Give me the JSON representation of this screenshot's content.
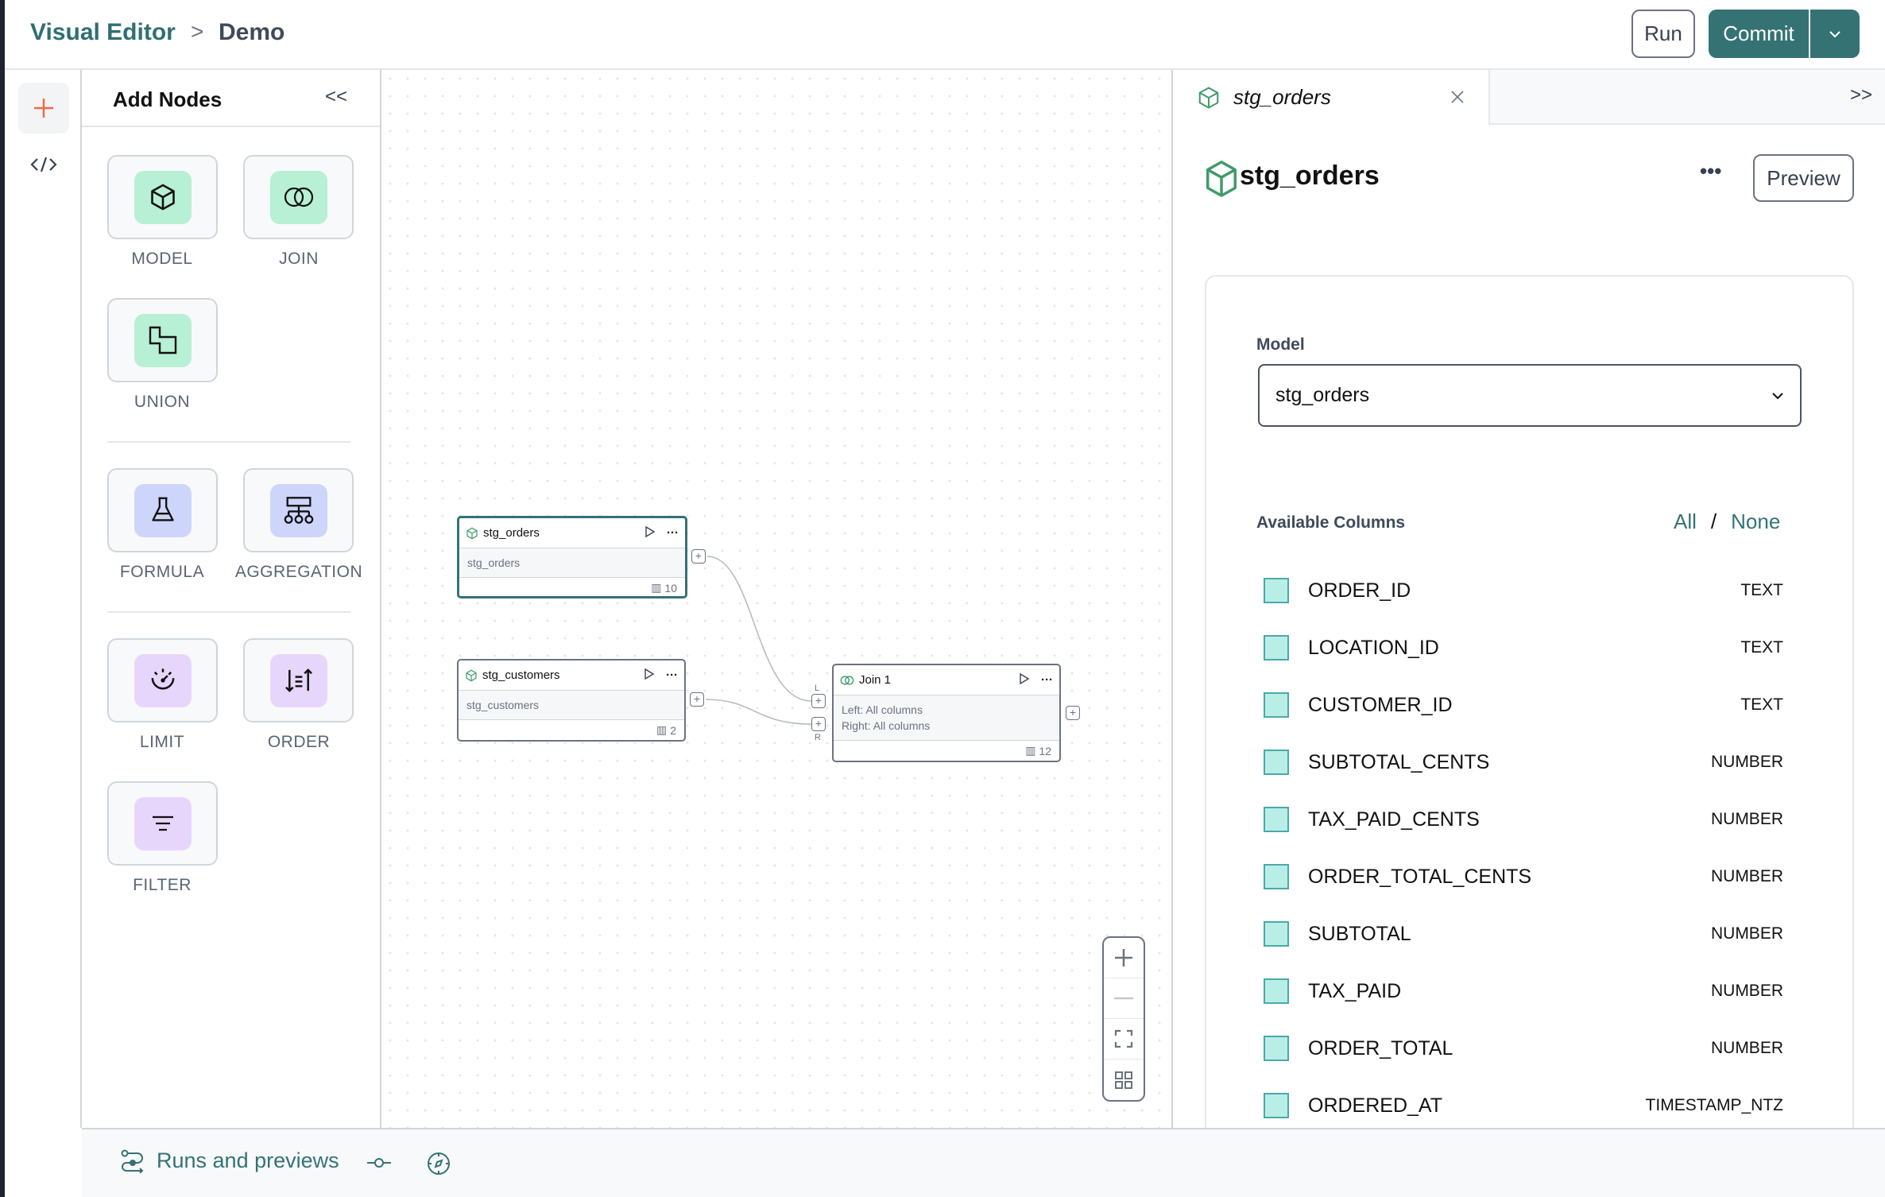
{
  "header": {
    "breadcrumb": [
      "Visual Editor",
      "Demo"
    ],
    "breadcrumb_separator": ">",
    "run_label": "Run",
    "commit_label": "Commit"
  },
  "rail": {
    "items": [
      {
        "icon": "plus-icon",
        "active": true
      },
      {
        "icon": "code-icon"
      }
    ]
  },
  "add_nodes": {
    "title": "Add Nodes",
    "collapse_label": "<<",
    "groups": [
      [
        {
          "label": "MODEL",
          "icon": "cube-icon",
          "color": "#b7f0d4"
        },
        {
          "label": "JOIN",
          "icon": "join-icon",
          "color": "#b7f0d4"
        },
        {
          "label": "UNION",
          "icon": "union-icon",
          "color": "#b7f0d4"
        }
      ],
      [
        {
          "label": "FORMULA",
          "icon": "flask-icon",
          "color": "#cdd5fb"
        },
        {
          "label": "AGGREGATION",
          "icon": "aggregation-icon",
          "color": "#cdd5fb"
        }
      ],
      [
        {
          "label": "LIMIT",
          "icon": "limit-icon",
          "color": "#e7d6fb"
        },
        {
          "label": "ORDER",
          "icon": "sort-icon",
          "color": "#e7d6fb"
        },
        {
          "label": "FILTER",
          "icon": "filter-icon",
          "color": "#e7d6fb"
        }
      ]
    ]
  },
  "canvas": {
    "nodes": [
      {
        "title": "stg_orders",
        "body": [
          "stg_orders"
        ],
        "columns": "10",
        "selected": true
      },
      {
        "title": "stg_customers",
        "body": [
          "stg_customers"
        ],
        "columns": "2"
      },
      {
        "title": "Join 1",
        "body": [
          "Left: All columns",
          "Right: All columns"
        ],
        "columns": "12"
      }
    ],
    "join_handles": [
      "L",
      "R"
    ]
  },
  "right_panel": {
    "tab_label": "stg_orders",
    "expand_label": ">>",
    "title": "stg_orders",
    "preview_label": "Preview",
    "model_label": "Model",
    "model_value": "stg_orders",
    "available_columns_label": "Available Columns",
    "all_label": "All",
    "slash": "/",
    "none_label": "None",
    "columns": [
      {
        "name": "ORDER_ID",
        "type": "TEXT"
      },
      {
        "name": "LOCATION_ID",
        "type": "TEXT"
      },
      {
        "name": "CUSTOMER_ID",
        "type": "TEXT"
      },
      {
        "name": "SUBTOTAL_CENTS",
        "type": "NUMBER"
      },
      {
        "name": "TAX_PAID_CENTS",
        "type": "NUMBER"
      },
      {
        "name": "ORDER_TOTAL_CENTS",
        "type": "NUMBER"
      },
      {
        "name": "SUBTOTAL",
        "type": "NUMBER"
      },
      {
        "name": "TAX_PAID",
        "type": "NUMBER"
      },
      {
        "name": "ORDER_TOTAL",
        "type": "NUMBER"
      },
      {
        "name": "ORDERED_AT",
        "type": "TIMESTAMP_NTZ"
      }
    ]
  },
  "bottom_bar": {
    "runs_label": "Runs and previews"
  },
  "colors": {
    "brand": "#357274",
    "accent_plus": "#ef6a4a",
    "checkbox_fill": "#b9eee7"
  }
}
